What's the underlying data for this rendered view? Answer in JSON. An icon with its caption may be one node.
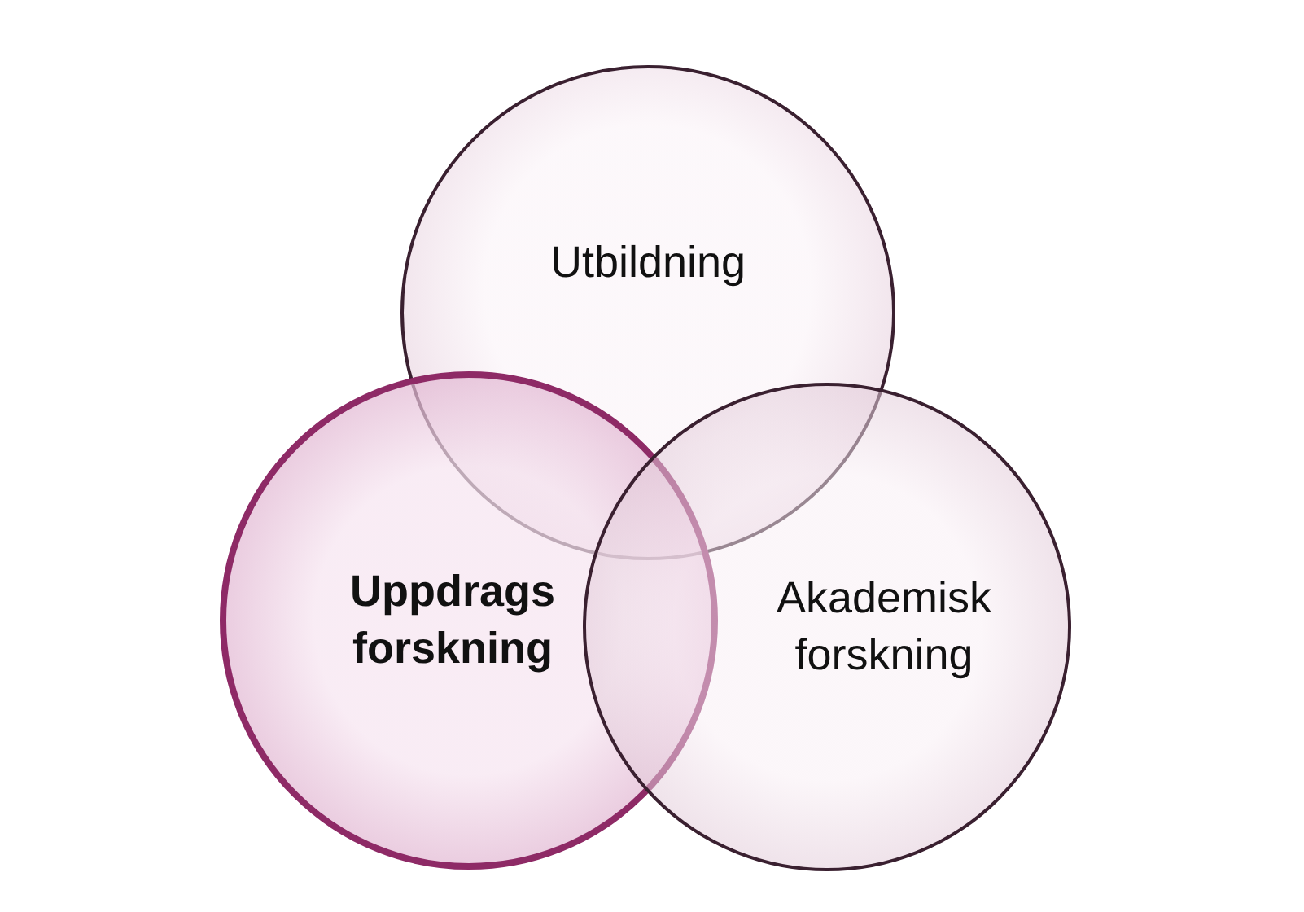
{
  "diagram": {
    "nodes": [
      {
        "text": [
          "Utbildning"
        ]
      },
      {
        "text": [
          "Uppdrags forskning"
        ]
      },
      {
        "text": [
          "Akademisk forskning"
        ]
      }
    ]
  }
}
